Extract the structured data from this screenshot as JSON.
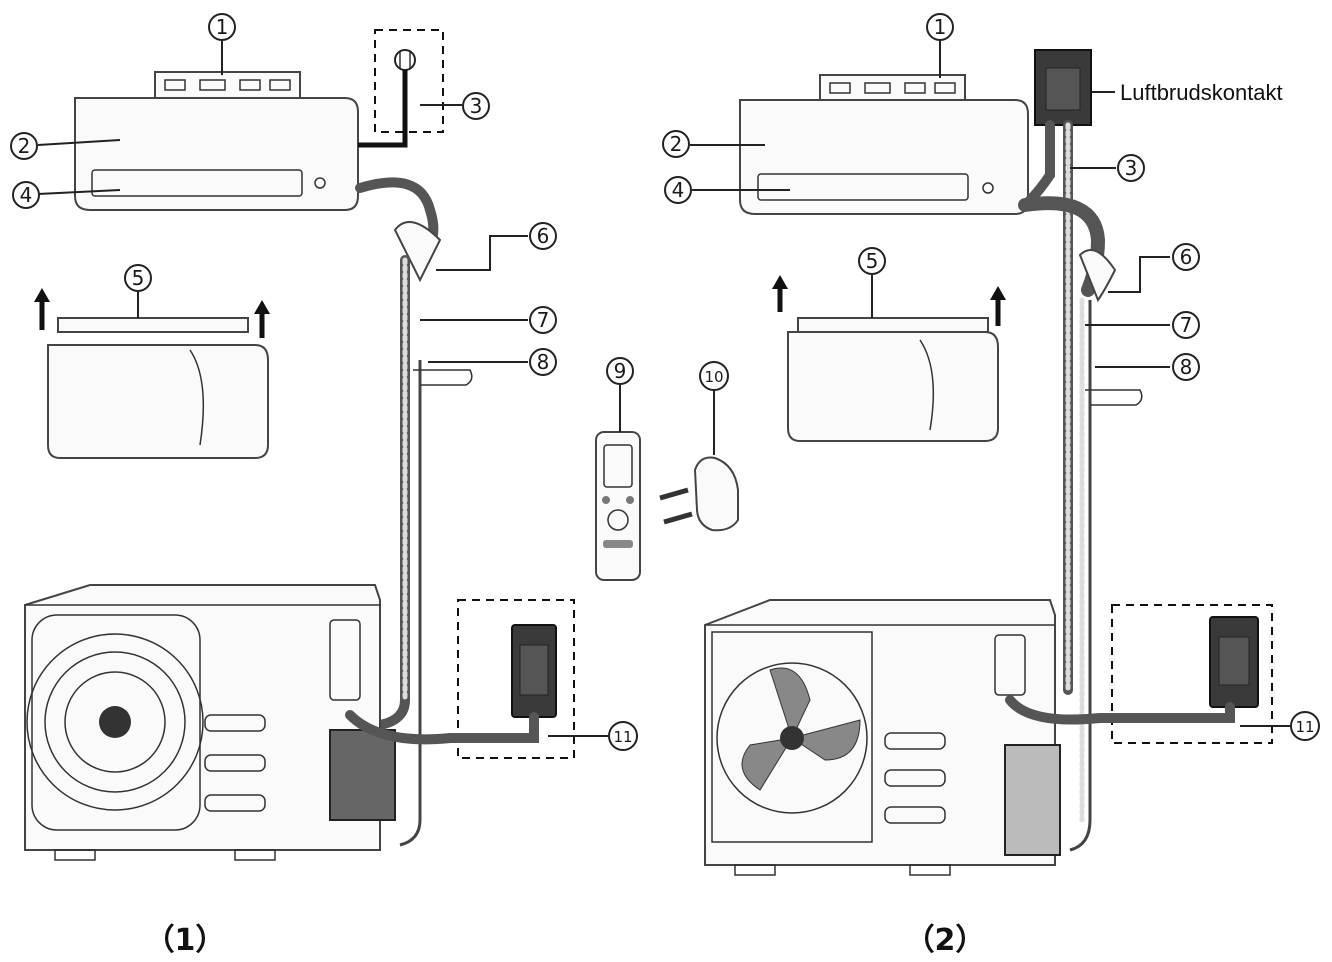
{
  "callouts": [
    "1",
    "2",
    "3",
    "4",
    "5",
    "6",
    "7",
    "8",
    "9",
    "10",
    "11"
  ],
  "figure1": {
    "caption": "（1）"
  },
  "figure2": {
    "caption": "（2）",
    "breaker_label": "Luftbrudskontakt"
  },
  "colors": {
    "line": "#222222",
    "hose": "#555555",
    "device": "#444444"
  }
}
